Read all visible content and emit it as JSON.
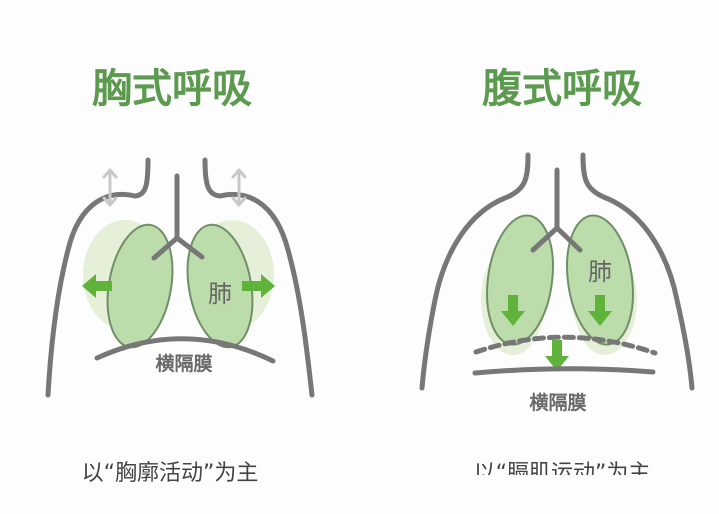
{
  "left": {
    "title": "胸式呼吸",
    "lung_label": "肺",
    "diaphragm_label": "横隔膜",
    "caption": "以“胸廓活动”为主"
  },
  "right": {
    "title": "腹式呼吸",
    "lung_label": "肺",
    "diaphragm_label": "横隔膜",
    "caption": "以“膈肌运动”为主"
  },
  "colors": {
    "title_green": "#5b9a4f",
    "arrow_green": "#5fb33a",
    "lung_fill": "#bcdcab",
    "outline_grey": "#777777"
  }
}
